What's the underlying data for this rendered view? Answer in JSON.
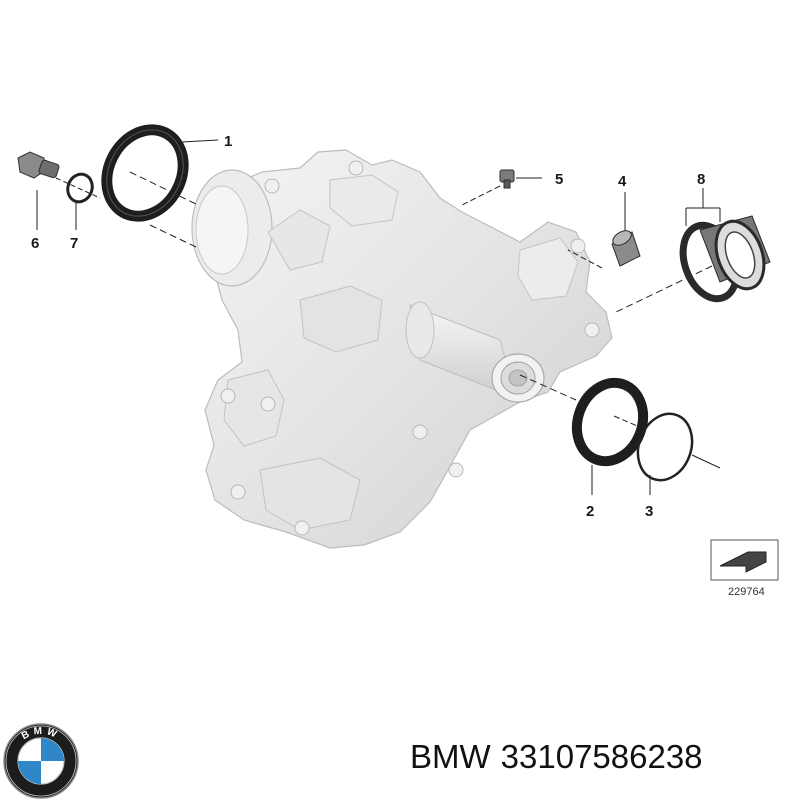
{
  "diagram": {
    "callouts": {
      "p1": "1",
      "p2": "2",
      "p3": "3",
      "p4": "4",
      "p5": "5",
      "p6": "6",
      "p7": "7",
      "p8": "8"
    },
    "reference_number": "229764"
  },
  "footer": {
    "brand": "BMW",
    "part_number": "33107586238"
  },
  "logo": {
    "text": "BMW",
    "icon": "bmw-roundel-logo",
    "colors": {
      "blue": "#2f86c8",
      "ring": "#1c1c1c",
      "white": "#ffffff"
    }
  }
}
